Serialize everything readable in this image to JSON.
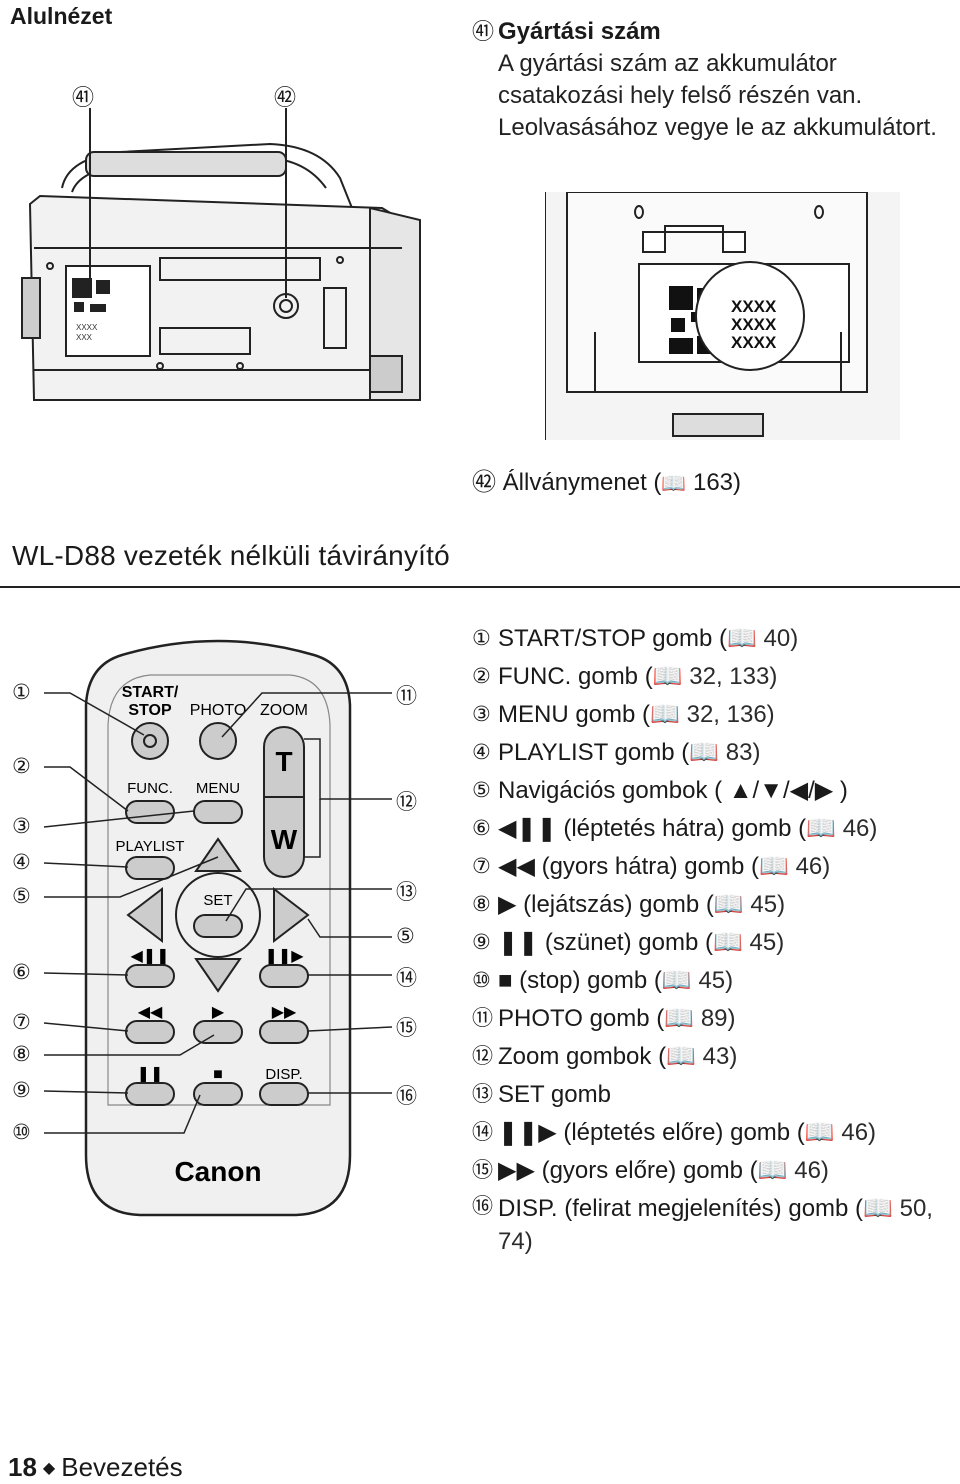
{
  "header": {
    "section_tab": "Alulnézet",
    "callout_41": "㊶",
    "callout_42": "㊷"
  },
  "serial": {
    "num": "㊶",
    "title": "Gyártási szám",
    "body": "A gyártási szám az akkumulátor csatakozási hely felső részén van. Leolvasásához vegye le az akkumulátort."
  },
  "serial_label": "XXXX",
  "tripod": {
    "num": "㊷",
    "text": "Állványmenet (",
    "ref": "163)"
  },
  "remote_heading": "WL-D88 vezeték nélküli távirányító",
  "remote": {
    "left_labels": [
      "①",
      "②",
      "③",
      "④",
      "⑤",
      "⑥",
      "⑦",
      "⑧",
      "⑨",
      "⑩"
    ],
    "right_labels": [
      "⑪",
      "⑫",
      "⑬",
      "⑤",
      "⑭",
      "⑮",
      "⑯"
    ],
    "buttons": {
      "start_stop": "START/\nSTOP",
      "photo": "PHOTO",
      "zoom": "ZOOM",
      "t": "T",
      "w": "W",
      "func": "FUNC.",
      "menu": "MENU",
      "playlist": "PLAYLIST",
      "set": "SET",
      "disp": "DISP."
    },
    "brand": "Canon"
  },
  "items": [
    {
      "n": "①",
      "text": "START/STOP gomb (",
      "ref": "40)"
    },
    {
      "n": "②",
      "text": "FUNC. gomb (",
      "ref": "32, 133)"
    },
    {
      "n": "③",
      "text": "MENU gomb (",
      "ref": "32, 136)"
    },
    {
      "n": "④",
      "text": "PLAYLIST gomb (",
      "ref": "83)"
    },
    {
      "n": "⑤",
      "text": "Navigációs gombok ( ▲/▼/◀/▶ )",
      "ref": ""
    },
    {
      "n": "⑥",
      "text": "◀❚❚ (léptetés hátra) gomb (",
      "ref": "46)"
    },
    {
      "n": "⑦",
      "text": "◀◀ (gyors hátra) gomb (",
      "ref": "46)"
    },
    {
      "n": "⑧",
      "text": "▶ (lejátszás) gomb (",
      "ref": "45)"
    },
    {
      "n": "⑨",
      "text": "❚❚ (szünet) gomb (",
      "ref": "45)"
    },
    {
      "n": "⑩",
      "text": "■ (stop) gomb (",
      "ref": "45)"
    },
    {
      "n": "⑪",
      "text": "PHOTO gomb (",
      "ref": "89)"
    },
    {
      "n": "⑫",
      "text": "Zoom gombok (",
      "ref": "43)"
    },
    {
      "n": "⑬",
      "text": "SET gomb",
      "ref": ""
    },
    {
      "n": "⑭",
      "text": "❚❚▶ (léptetés előre) gomb (",
      "ref": "46)"
    },
    {
      "n": "⑮",
      "text": "▶▶ (gyors előre) gomb (",
      "ref": "46)"
    },
    {
      "n": "⑯",
      "text": "DISP. (felirat megjelenítés) gomb (",
      "ref": "50, 74)"
    }
  ],
  "footer": {
    "page": "18",
    "section": "Bevezetés"
  }
}
